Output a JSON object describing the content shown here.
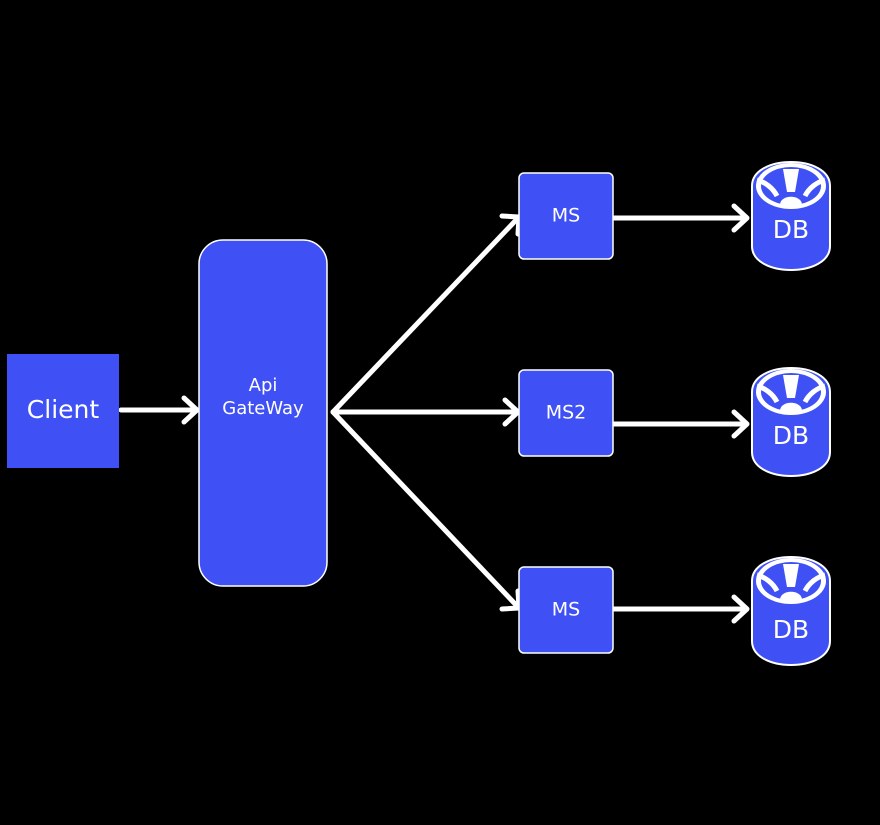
{
  "colors": {
    "background": "#000000",
    "node_fill": "#3f51f5",
    "node_stroke": "#ffffff",
    "arrow": "#ffffff",
    "text": "#ffffff"
  },
  "nodes": {
    "client": {
      "label": "Client"
    },
    "gateway": {
      "label_line1": "Api",
      "label_line2": "GateWay"
    },
    "services": [
      {
        "label": "MS"
      },
      {
        "label": "MS2"
      },
      {
        "label": "MS"
      }
    ],
    "databases": [
      {
        "label": "DB",
        "icon": "database-icon"
      },
      {
        "label": "DB",
        "icon": "database-icon"
      },
      {
        "label": "DB",
        "icon": "database-icon"
      }
    ]
  },
  "edges": [
    {
      "from": "client",
      "to": "gateway"
    },
    {
      "from": "gateway",
      "to": "services.0"
    },
    {
      "from": "gateway",
      "to": "services.1"
    },
    {
      "from": "gateway",
      "to": "services.2"
    },
    {
      "from": "services.0",
      "to": "databases.0"
    },
    {
      "from": "services.1",
      "to": "databases.1"
    },
    {
      "from": "services.2",
      "to": "databases.2"
    }
  ]
}
